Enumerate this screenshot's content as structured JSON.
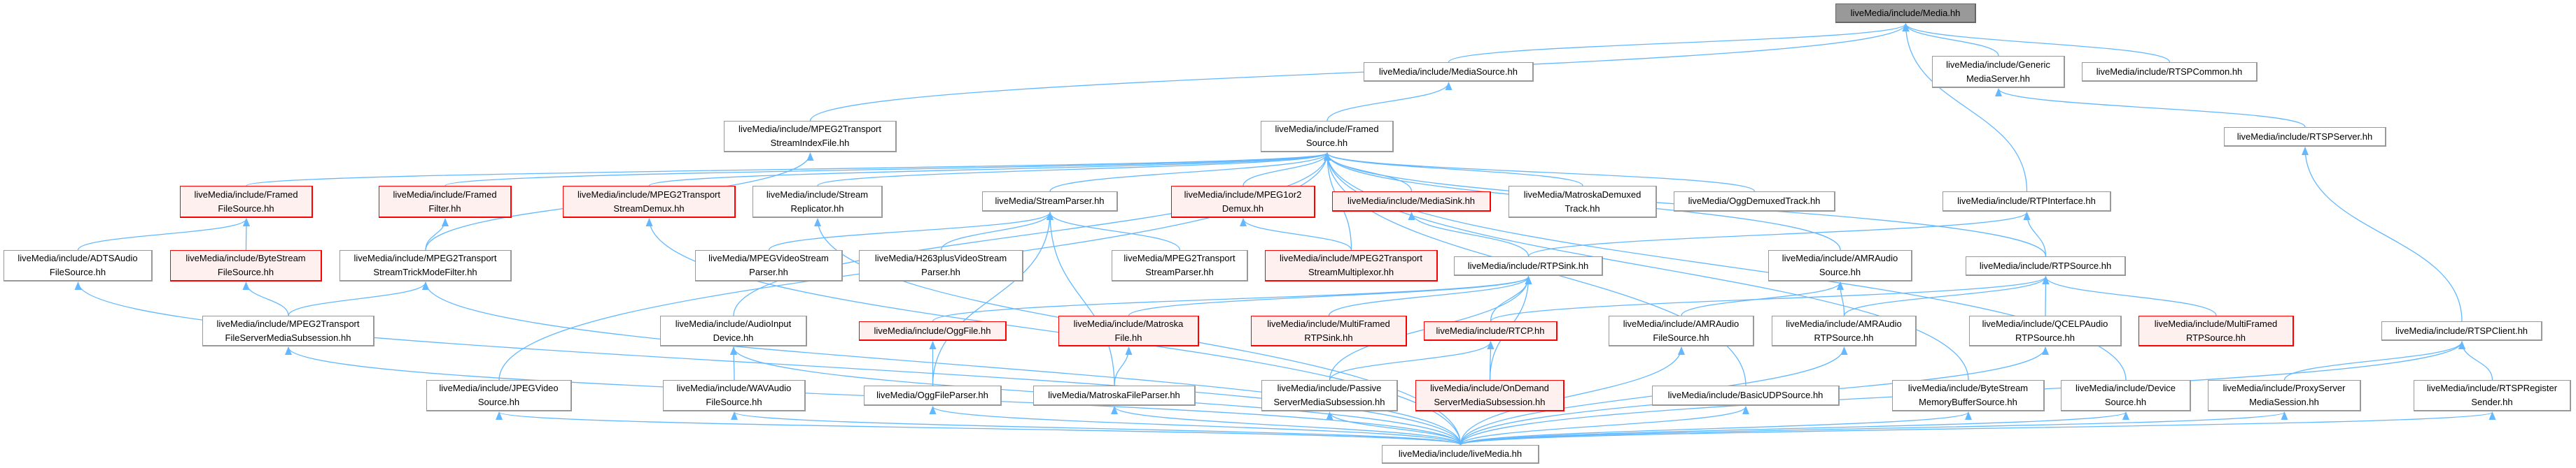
{
  "colors": {
    "edge": "#63b8ff",
    "node_border": "#999999",
    "red_border": "#ff0000",
    "red_fill": "#fff0f0",
    "current_fill": "#999999"
  },
  "nodes": [
    {
      "id": "media",
      "lines": [
        "liveMedia/include/Media.hh"
      ],
      "style": "current"
    },
    {
      "id": "mediasource",
      "lines": [
        "liveMedia/include/MediaSource.hh"
      ],
      "style": "normal"
    },
    {
      "id": "generic",
      "lines": [
        "liveMedia/include/Generic",
        "MediaServer.hh"
      ],
      "style": "normal"
    },
    {
      "id": "rtspcommon",
      "lines": [
        "liveMedia/include/RTSPCommon.hh"
      ],
      "style": "normal"
    },
    {
      "id": "rtspserver",
      "lines": [
        "liveMedia/include/RTSPServer.hh"
      ],
      "style": "normal"
    },
    {
      "id": "indexfile",
      "lines": [
        "liveMedia/include/MPEG2Transport",
        "StreamIndexFile.hh"
      ],
      "style": "normal"
    },
    {
      "id": "framedsource",
      "lines": [
        "liveMedia/include/Framed",
        "Source.hh"
      ],
      "style": "normal"
    },
    {
      "id": "framedfilesource",
      "lines": [
        "liveMedia/include/Framed",
        "FileSource.hh"
      ],
      "style": "red"
    },
    {
      "id": "framedfilter",
      "lines": [
        "liveMedia/include/Framed",
        "Filter.hh"
      ],
      "style": "red"
    },
    {
      "id": "streamdemux",
      "lines": [
        "liveMedia/include/MPEG2Transport",
        "StreamDemux.hh"
      ],
      "style": "red"
    },
    {
      "id": "replicator",
      "lines": [
        "liveMedia/include/Stream",
        "Replicator.hh"
      ],
      "style": "normal"
    },
    {
      "id": "streamparser",
      "lines": [
        "liveMedia/StreamParser.hh"
      ],
      "style": "normal"
    },
    {
      "id": "mpeg1or2demux",
      "lines": [
        "liveMedia/include/MPEG1or2",
        "Demux.hh"
      ],
      "style": "red"
    },
    {
      "id": "mediasink",
      "lines": [
        "liveMedia/include/MediaSink.hh"
      ],
      "style": "red"
    },
    {
      "id": "matroskademuxed",
      "lines": [
        "liveMedia/MatroskaDemuxed",
        "Track.hh"
      ],
      "style": "normal"
    },
    {
      "id": "oggdemuxed",
      "lines": [
        "liveMedia/OggDemuxedTrack.hh"
      ],
      "style": "normal"
    },
    {
      "id": "rtpinterface",
      "lines": [
        "liveMedia/include/RTPInterface.hh"
      ],
      "style": "normal"
    },
    {
      "id": "adts",
      "lines": [
        "liveMedia/include/ADTSAudio",
        "FileSource.hh"
      ],
      "style": "normal"
    },
    {
      "id": "bytestreamfile",
      "lines": [
        "liveMedia/include/ByteStream",
        "FileSource.hh"
      ],
      "style": "red"
    },
    {
      "id": "trickmode",
      "lines": [
        "liveMedia/include/MPEG2Transport",
        "StreamTrickModeFilter.hh"
      ],
      "style": "normal"
    },
    {
      "id": "mpegvideoparser",
      "lines": [
        "liveMedia/MPEGVideoStream",
        "Parser.hh"
      ],
      "style": "normal"
    },
    {
      "id": "h263",
      "lines": [
        "liveMedia/H263plusVideoStream",
        "Parser.hh"
      ],
      "style": "normal"
    },
    {
      "id": "mpeg2parser",
      "lines": [
        "liveMedia/MPEG2Transport",
        "StreamParser.hh"
      ],
      "style": "normal"
    },
    {
      "id": "multiplexor",
      "lines": [
        "liveMedia/include/MPEG2Transport",
        "StreamMultiplexor.hh"
      ],
      "style": "red"
    },
    {
      "id": "rtpsink",
      "lines": [
        "liveMedia/include/RTPSink.hh"
      ],
      "style": "normal"
    },
    {
      "id": "amrsource",
      "lines": [
        "liveMedia/include/AMRAudio",
        "Source.hh"
      ],
      "style": "normal"
    },
    {
      "id": "rtpsource",
      "lines": [
        "liveMedia/include/RTPSource.hh"
      ],
      "style": "normal"
    },
    {
      "id": "fileserver",
      "lines": [
        "liveMedia/include/MPEG2Transport",
        "FileServerMediaSubsession.hh"
      ],
      "style": "normal"
    },
    {
      "id": "audioinput",
      "lines": [
        "liveMedia/include/AudioInput",
        "Device.hh"
      ],
      "style": "normal"
    },
    {
      "id": "oggfile",
      "lines": [
        "liveMedia/include/OggFile.hh"
      ],
      "style": "red"
    },
    {
      "id": "matroskafile",
      "lines": [
        "liveMedia/include/Matroska",
        "File.hh"
      ],
      "style": "red"
    },
    {
      "id": "multiframedsink",
      "lines": [
        "liveMedia/include/MultiFramed",
        "RTPSink.hh"
      ],
      "style": "red"
    },
    {
      "id": "rtcp",
      "lines": [
        "liveMedia/include/RTCP.hh"
      ],
      "style": "red"
    },
    {
      "id": "amrfile",
      "lines": [
        "liveMedia/include/AMRAudio",
        "FileSource.hh"
      ],
      "style": "normal"
    },
    {
      "id": "amrrtp",
      "lines": [
        "liveMedia/include/AMRAudio",
        "RTPSource.hh"
      ],
      "style": "normal"
    },
    {
      "id": "qcelp",
      "lines": [
        "liveMedia/include/QCELPAudio",
        "RTPSource.hh"
      ],
      "style": "normal"
    },
    {
      "id": "multiframedsource",
      "lines": [
        "liveMedia/include/MultiFramed",
        "RTPSource.hh"
      ],
      "style": "red"
    },
    {
      "id": "rtspclient",
      "lines": [
        "liveMedia/include/RTSPClient.hh"
      ],
      "style": "normal"
    },
    {
      "id": "jpeg",
      "lines": [
        "liveMedia/include/JPEGVideo",
        "Source.hh"
      ],
      "style": "normal"
    },
    {
      "id": "wav",
      "lines": [
        "liveMedia/include/WAVAudio",
        "FileSource.hh"
      ],
      "style": "normal"
    },
    {
      "id": "oggparser",
      "lines": [
        "liveMedia/OggFileParser.hh"
      ],
      "style": "normal"
    },
    {
      "id": "matroskaparser",
      "lines": [
        "liveMedia/MatroskaFileParser.hh"
      ],
      "style": "normal"
    },
    {
      "id": "passive",
      "lines": [
        "liveMedia/include/Passive",
        "ServerMediaSubsession.hh"
      ],
      "style": "normal"
    },
    {
      "id": "ondemand",
      "lines": [
        "liveMedia/include/OnDemand",
        "ServerMediaSubsession.hh"
      ],
      "style": "red"
    },
    {
      "id": "basicudp",
      "lines": [
        "liveMedia/include/BasicUDPSource.hh"
      ],
      "style": "normal"
    },
    {
      "id": "bytestreammem",
      "lines": [
        "liveMedia/include/ByteStream",
        "MemoryBufferSource.hh"
      ],
      "style": "normal"
    },
    {
      "id": "device",
      "lines": [
        "liveMedia/include/Device",
        "Source.hh"
      ],
      "style": "normal"
    },
    {
      "id": "proxy",
      "lines": [
        "liveMedia/include/ProxyServer",
        "MediaSession.hh"
      ],
      "style": "normal"
    },
    {
      "id": "register",
      "lines": [
        "liveMedia/include/RTSPRegister",
        "Sender.hh"
      ],
      "style": "normal"
    },
    {
      "id": "livemedia",
      "lines": [
        "liveMedia/include/liveMedia.hh"
      ],
      "style": "normal"
    }
  ],
  "edges": [
    [
      "framedsource",
      "mediasource"
    ],
    [
      "mediasource",
      "media"
    ],
    [
      "generic",
      "media"
    ],
    [
      "rtspcommon",
      "media"
    ],
    [
      "rtpinterface",
      "media"
    ],
    [
      "indexfile",
      "media"
    ],
    [
      "rtspserver",
      "generic"
    ],
    [
      "rtspclient",
      "rtspserver"
    ],
    [
      "framedfilesource",
      "framedsource"
    ],
    [
      "framedfilter",
      "framedsource"
    ],
    [
      "streamdemux",
      "framedsource"
    ],
    [
      "replicator",
      "framedsource"
    ],
    [
      "streamparser",
      "framedsource"
    ],
    [
      "mpeg1or2demux",
      "framedsource"
    ],
    [
      "mediasink",
      "framedsource"
    ],
    [
      "matroskademuxed",
      "framedsource"
    ],
    [
      "oggdemuxed",
      "framedsource"
    ],
    [
      "jpeg",
      "framedsource"
    ],
    [
      "audioinput",
      "framedsource"
    ],
    [
      "multiplexor",
      "framedsource"
    ],
    [
      "amrsource",
      "framedsource"
    ],
    [
      "rtpsource",
      "framedsource"
    ],
    [
      "basicudp",
      "framedsource"
    ],
    [
      "device",
      "framedsource"
    ],
    [
      "bytestreammem",
      "framedsource"
    ],
    [
      "trickmode",
      "indexfile"
    ],
    [
      "trickmode",
      "framedfilter"
    ],
    [
      "adts",
      "framedfilesource"
    ],
    [
      "bytestreamfile",
      "framedfilesource"
    ],
    [
      "fileserver",
      "bytestreamfile"
    ],
    [
      "fileserver",
      "trickmode"
    ],
    [
      "mpegvideoparser",
      "streamparser"
    ],
    [
      "h263",
      "streamparser"
    ],
    [
      "mpeg2parser",
      "streamparser"
    ],
    [
      "oggparser",
      "streamparser"
    ],
    [
      "matroskaparser",
      "streamparser"
    ],
    [
      "multiplexor",
      "mpeg1or2demux"
    ],
    [
      "rtpsink",
      "mediasink"
    ],
    [
      "rtpsink",
      "rtpinterface"
    ],
    [
      "rtpsource",
      "rtpinterface"
    ],
    [
      "oggfile",
      "rtpsink"
    ],
    [
      "matroskafile",
      "rtpsink"
    ],
    [
      "multiframedsink",
      "rtpsink"
    ],
    [
      "rtcp",
      "rtpsink"
    ],
    [
      "passive",
      "rtpsink"
    ],
    [
      "ondemand",
      "rtpsink"
    ],
    [
      "rtcp",
      "rtpsource"
    ],
    [
      "passive",
      "rtcp"
    ],
    [
      "ondemand",
      "rtcp"
    ],
    [
      "wav",
      "audioinput"
    ],
    [
      "oggparser",
      "oggfile"
    ],
    [
      "matroskaparser",
      "matroskafile"
    ],
    [
      "amrfile",
      "amrsource"
    ],
    [
      "amrrtp",
      "amrsource"
    ],
    [
      "amrrtp",
      "rtpsource"
    ],
    [
      "qcelp",
      "rtpsource"
    ],
    [
      "multiframedsource",
      "rtpsource"
    ],
    [
      "proxy",
      "rtspclient"
    ],
    [
      "register",
      "rtspclient"
    ],
    [
      "livemedia",
      "adts"
    ],
    [
      "livemedia",
      "fileserver"
    ],
    [
      "livemedia",
      "trickmode"
    ],
    [
      "livemedia",
      "jpeg"
    ],
    [
      "livemedia",
      "wav"
    ],
    [
      "livemedia",
      "audioinput"
    ],
    [
      "livemedia",
      "streamdemux"
    ],
    [
      "livemedia",
      "replicator"
    ],
    [
      "livemedia",
      "oggparser"
    ],
    [
      "livemedia",
      "matroskaparser"
    ],
    [
      "livemedia",
      "passive"
    ],
    [
      "livemedia",
      "amrfile"
    ],
    [
      "livemedia",
      "amrrtp"
    ],
    [
      "livemedia",
      "basicudp"
    ],
    [
      "livemedia",
      "bytestreammem"
    ],
    [
      "livemedia",
      "device"
    ],
    [
      "livemedia",
      "proxy"
    ],
    [
      "livemedia",
      "register"
    ],
    [
      "livemedia",
      "rtspclient"
    ],
    [
      "livemedia",
      "qcelp"
    ]
  ]
}
